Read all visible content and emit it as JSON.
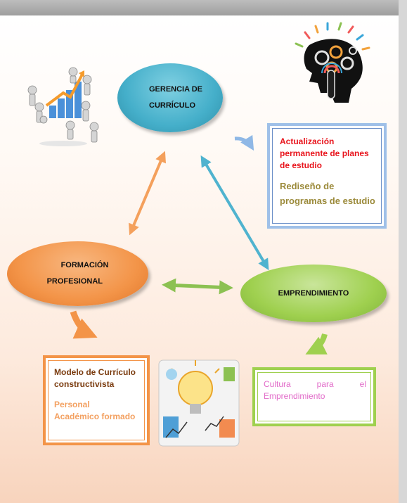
{
  "nodes": {
    "gerencia": {
      "line1": "GERENCIA DE",
      "line2": "CURRÍCULO"
    },
    "formacion": {
      "line1": "FORMACIÓN",
      "line2": "PROFESIONAL"
    },
    "emprendimiento": {
      "label": "EMPRENDIMIENTO"
    }
  },
  "boxes": {
    "actualizacion": {
      "title": "Actualización permanente de planes de estudio",
      "subtitle": "Rediseño de programas de estudio"
    },
    "modelo": {
      "title": "Modelo de Currículo constructivista",
      "subtitle_line1": "Personal",
      "subtitle_line2": "Académico formado"
    },
    "cultura": {
      "word1": "Cultura",
      "word2": "para",
      "word3": "el",
      "line2": "Emprendimiento"
    }
  },
  "colors": {
    "gerencia": "#45afca",
    "formacion": "#f39448",
    "emprendimiento": "#9fd04f",
    "arrow_gerencia_formacion": "#f4a05c",
    "arrow_gerencia_empr": "#4fb3cf",
    "arrow_formacion_empr": "#8cc152"
  },
  "icons": [
    "business-team-graph-icon",
    "brain-gears-icon",
    "lightbulb-collage-icon"
  ]
}
